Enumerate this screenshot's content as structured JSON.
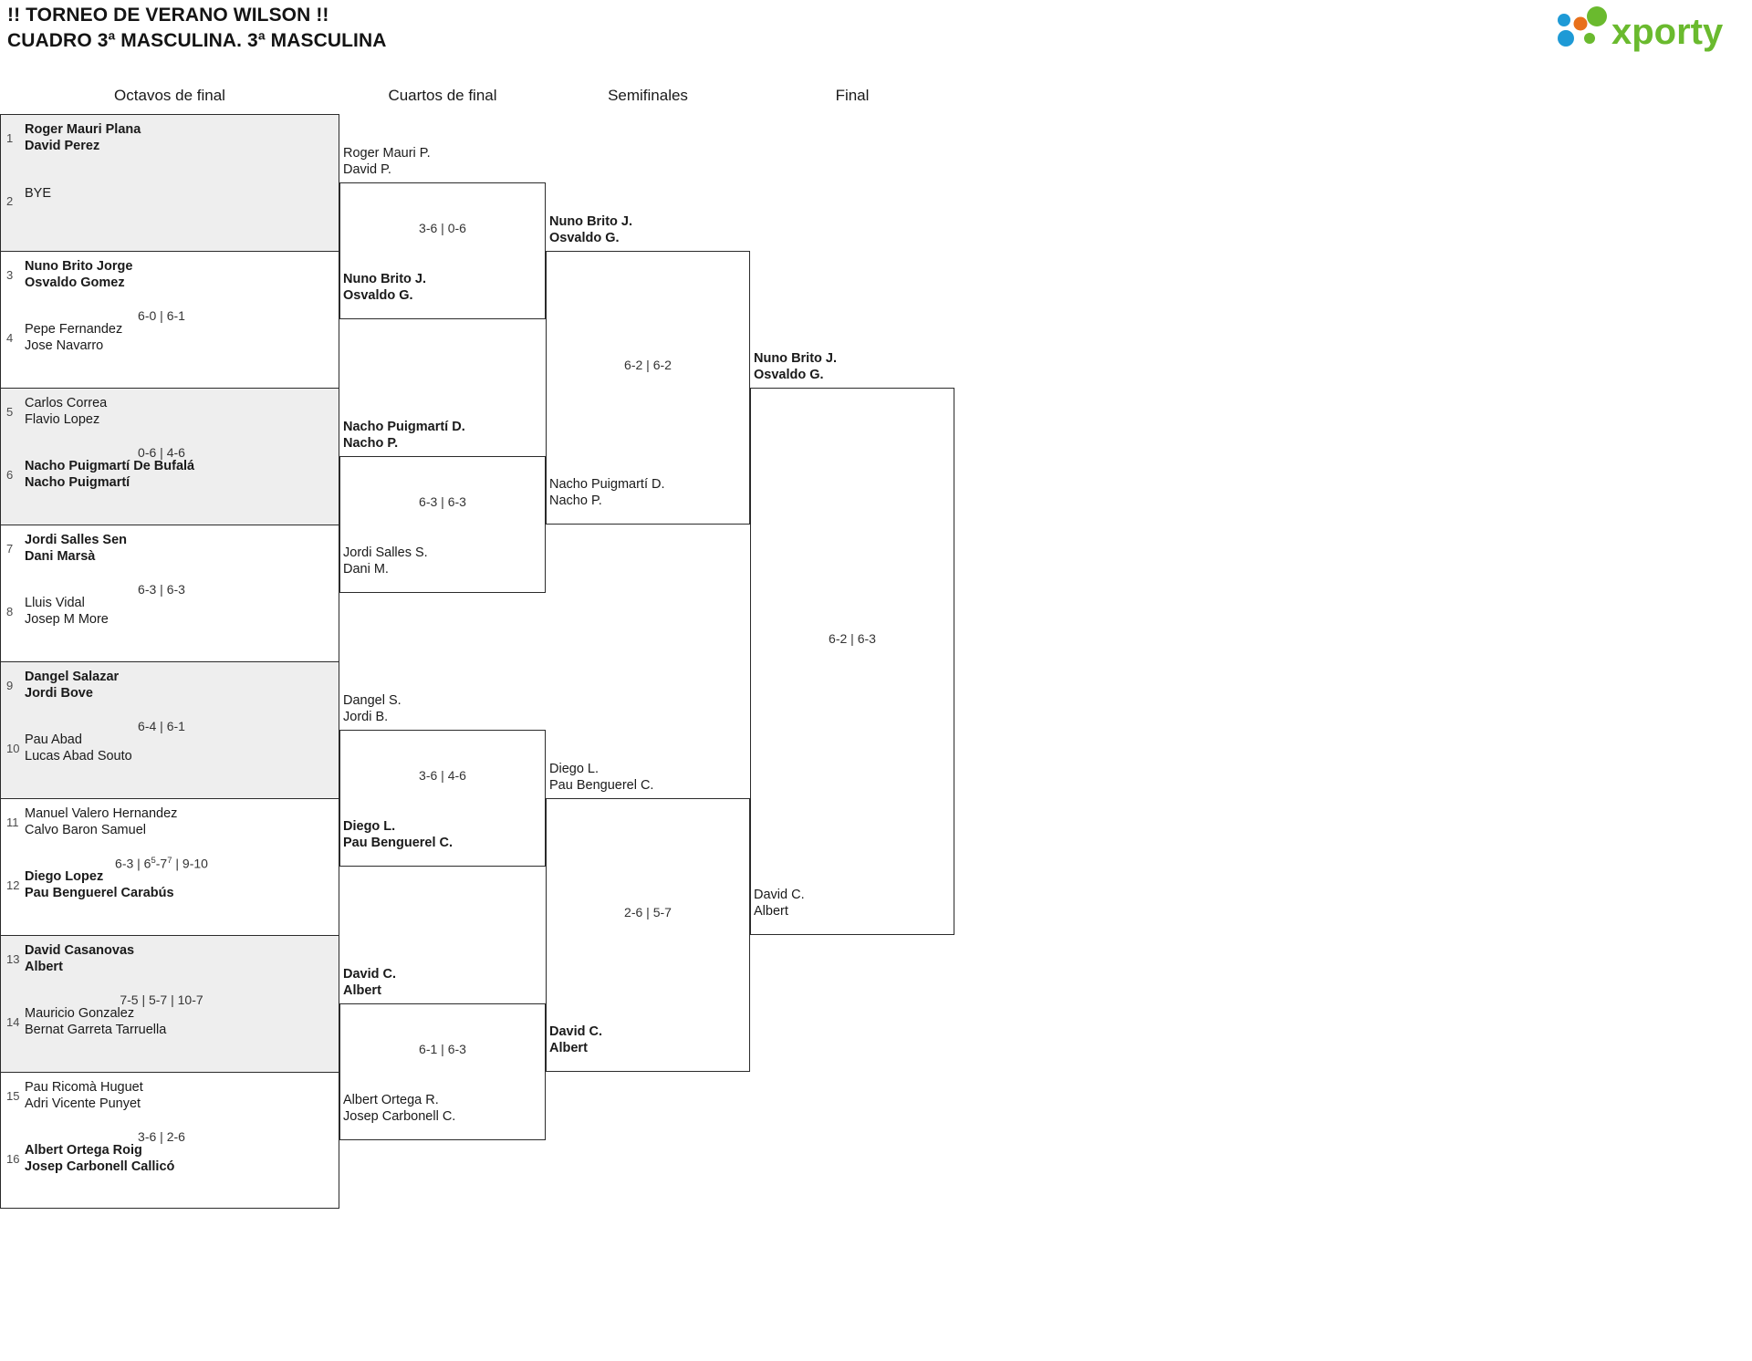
{
  "header": {
    "title_line1": "!! TORNEO DE VERANO WILSON !!",
    "title_line2": "CUADRO 3ª MASCULINA. 3ª MASCULINA",
    "logo_text": "xporty",
    "logo_colors": {
      "green": "#6aba2e",
      "orange": "#e8701a",
      "blue": "#1e9ad6"
    }
  },
  "rounds": [
    {
      "label": "Octavos de final"
    },
    {
      "label": "Cuartos de final"
    },
    {
      "label": "Semifinales"
    },
    {
      "label": "Final"
    }
  ],
  "round_of_16": [
    {
      "shade": true,
      "top": {
        "seed": "1",
        "line1": "Roger Mauri Plana",
        "line2": "David Perez",
        "winner": true
      },
      "bottom": {
        "seed": "2",
        "line1": "BYE",
        "line2": "",
        "winner": false,
        "bye": true
      },
      "score": ""
    },
    {
      "shade": false,
      "top": {
        "seed": "3",
        "line1": "Nuno Brito Jorge",
        "line2": "Osvaldo Gomez",
        "winner": true
      },
      "bottom": {
        "seed": "4",
        "line1": "Pepe Fernandez",
        "line2": "Jose Navarro",
        "winner": false
      },
      "score": "6-0 | 6-1"
    },
    {
      "shade": true,
      "top": {
        "seed": "5",
        "line1": "Carlos Correa",
        "line2": "Flavio Lopez",
        "winner": false
      },
      "bottom": {
        "seed": "6",
        "line1": "Nacho Puigmartí De Bufalá",
        "line2": "Nacho Puigmartí",
        "winner": true
      },
      "score": "0-6 | 4-6"
    },
    {
      "shade": false,
      "top": {
        "seed": "7",
        "line1": "Jordi Salles Sen",
        "line2": "Dani Marsà",
        "winner": true
      },
      "bottom": {
        "seed": "8",
        "line1": "Lluis Vidal",
        "line2": "Josep M More",
        "winner": false
      },
      "score": "6-3 | 6-3"
    },
    {
      "shade": true,
      "top": {
        "seed": "9",
        "line1": "Dangel Salazar",
        "line2": "Jordi Bove",
        "winner": true
      },
      "bottom": {
        "seed": "10",
        "line1": "Pau Abad",
        "line2": "Lucas Abad Souto",
        "winner": false
      },
      "score": "6-4 | 6-1"
    },
    {
      "shade": false,
      "top": {
        "seed": "11",
        "line1": "Manuel Valero Hernandez",
        "line2": "Calvo Baron Samuel",
        "winner": false
      },
      "bottom": {
        "seed": "12",
        "line1": "Diego Lopez",
        "line2": "Pau Benguerel Carabús",
        "winner": true
      },
      "score_html": "6-3 | 6<sup>5</sup>-7<sup>7</sup> | 9-10",
      "score": "6-3 | 6⁵-7⁷ | 9-10"
    },
    {
      "shade": true,
      "top": {
        "seed": "13",
        "line1": "David Casanovas",
        "line2": "Albert",
        "winner": true
      },
      "bottom": {
        "seed": "14",
        "line1": "Mauricio Gonzalez",
        "line2": "Bernat Garreta Tarruella",
        "winner": false
      },
      "score": "7-5 | 5-7 | 10-7"
    },
    {
      "shade": false,
      "top": {
        "seed": "15",
        "line1": "Pau Ricomà Huguet",
        "line2": "Adri Vicente Punyet",
        "winner": false
      },
      "bottom": {
        "seed": "16",
        "line1": "Albert Ortega Roig",
        "line2": "Josep Carbonell Callicó",
        "winner": true
      },
      "score": "3-6 | 2-6"
    }
  ],
  "quarterfinals": [
    {
      "top": {
        "line1": "Roger Mauri P.",
        "line2": "David P.",
        "winner": false
      },
      "bottom": {
        "line1": "Nuno Brito J.",
        "line2": "Osvaldo G.",
        "winner": true
      },
      "score": "3-6 | 0-6"
    },
    {
      "top": {
        "line1": "Nacho Puigmartí D.",
        "line2": "Nacho P.",
        "winner": true
      },
      "bottom": {
        "line1": "Jordi Salles S.",
        "line2": "Dani M.",
        "winner": false
      },
      "score": "6-3 | 6-3"
    },
    {
      "top": {
        "line1": "Dangel S.",
        "line2": "Jordi B.",
        "winner": false
      },
      "bottom": {
        "line1": "Diego L.",
        "line2": "Pau Benguerel C.",
        "winner": true
      },
      "score": "3-6 | 4-6"
    },
    {
      "top": {
        "line1": "David C.",
        "line2": "Albert",
        "winner": true
      },
      "bottom": {
        "line1": "Albert Ortega R.",
        "line2": "Josep Carbonell C.",
        "winner": false
      },
      "score": "6-1 | 6-3"
    }
  ],
  "semifinals": [
    {
      "top": {
        "line1": "Nuno Brito J.",
        "line2": "Osvaldo G.",
        "winner": true
      },
      "bottom": {
        "line1": "Nacho Puigmartí D.",
        "line2": "Nacho P.",
        "winner": false
      },
      "score": "6-2 | 6-2"
    },
    {
      "top": {
        "line1": "Diego L.",
        "line2": "Pau Benguerel C.",
        "winner": false
      },
      "bottom": {
        "line1": "David C.",
        "line2": "Albert",
        "winner": true
      },
      "score": "2-6 | 5-7"
    }
  ],
  "final": {
    "top": {
      "line1": "Nuno Brito J.",
      "line2": "Osvaldo G.",
      "winner": true
    },
    "bottom": {
      "line1": "David C.",
      "line2": "Albert",
      "winner": false
    },
    "score": "6-2 | 6-3"
  }
}
